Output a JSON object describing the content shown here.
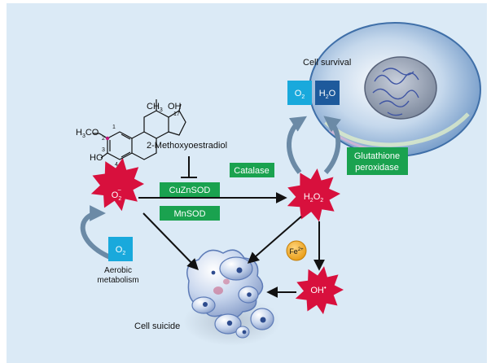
{
  "colors": {
    "panel_background": "#dbeaf6",
    "radical_red": "#d8103d",
    "enzyme_green": "#1aa24f",
    "oxygen_cyan": "#19a9dc",
    "water_blue": "#1e5a9c",
    "iron_orange": "#f2a922",
    "arrow_dark": "#111111",
    "arrow_gray_blue": "#6b8aa6",
    "stereocenter_magenta": "#c2187a"
  },
  "diagram": {
    "nodes": {
      "superoxide": {
        "base": "O",
        "sub": "2",
        "sup": "−"
      },
      "hydrogen_peroxide": {
        "base": "H",
        "sub1": "2",
        "mid": "O",
        "sub2": "2"
      },
      "hydroxyl_radical": {
        "base": "OH",
        "sup": "•"
      }
    },
    "boxes": {
      "cuznsod": "CuZnSOD",
      "mnsod": "MnSOD",
      "catalase": "Catalase",
      "glutathione_line1": "Glutathione",
      "glutathione_line2": "peroxidase",
      "o2_top": {
        "base": "O",
        "sub": "2"
      },
      "h2o_top": {
        "base": "H",
        "sub": "2",
        "tail": "O"
      },
      "o2_aerobic": {
        "base": "O",
        "sub": "2"
      }
    },
    "iron": {
      "base": "Fe",
      "sup": "2+"
    },
    "labels": {
      "cell_survival": "Cell survival",
      "cell_suicide": "Cell suicide",
      "aerobic_line1": "Aerobic",
      "aerobic_line2": "metabolism",
      "inhibitor_name": "2-Methoxyoestradiol"
    },
    "molecule": {
      "methoxy": {
        "pre": "H",
        "sub": "3",
        "post": "CO"
      },
      "methyl": {
        "pre": "CH",
        "sub": "3"
      },
      "hydroxyl_top": "OH",
      "hydroxyl_left": "HO",
      "positions": [
        "1",
        "2",
        "3",
        "4",
        "17"
      ]
    }
  }
}
